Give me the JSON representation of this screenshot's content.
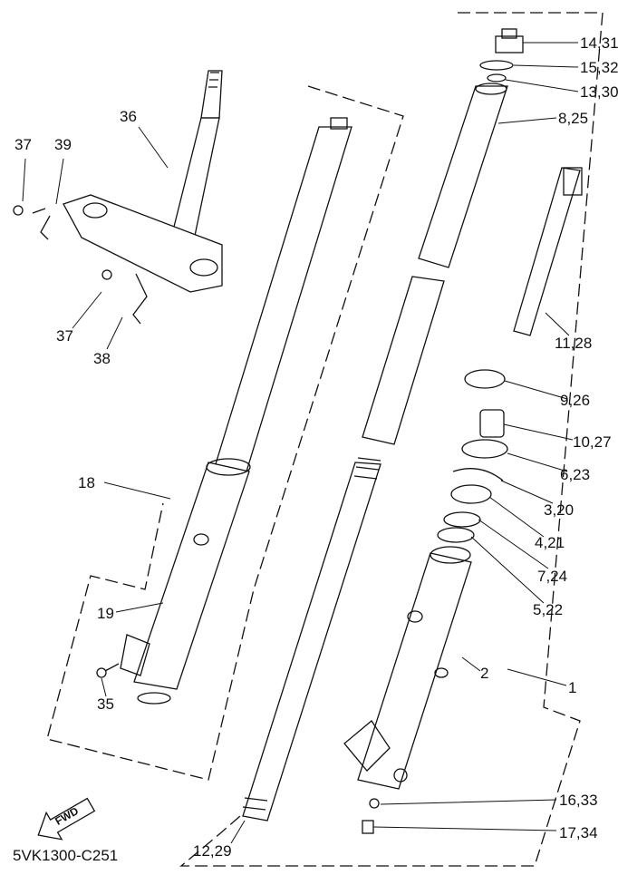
{
  "diagram": {
    "code": "5VK1300-C251",
    "fwd_label": "FWD",
    "labels": [
      "14,31",
      "15,32",
      "13,30",
      "8,25",
      "36",
      "37",
      "39",
      "11,28",
      "37",
      "38",
      "9,26",
      "10,27",
      "6,23",
      "18",
      "3,20",
      "4,21",
      "7,24",
      "19",
      "5,22",
      "2",
      "1",
      "35",
      "16,33",
      "17,34",
      "12,29"
    ]
  }
}
